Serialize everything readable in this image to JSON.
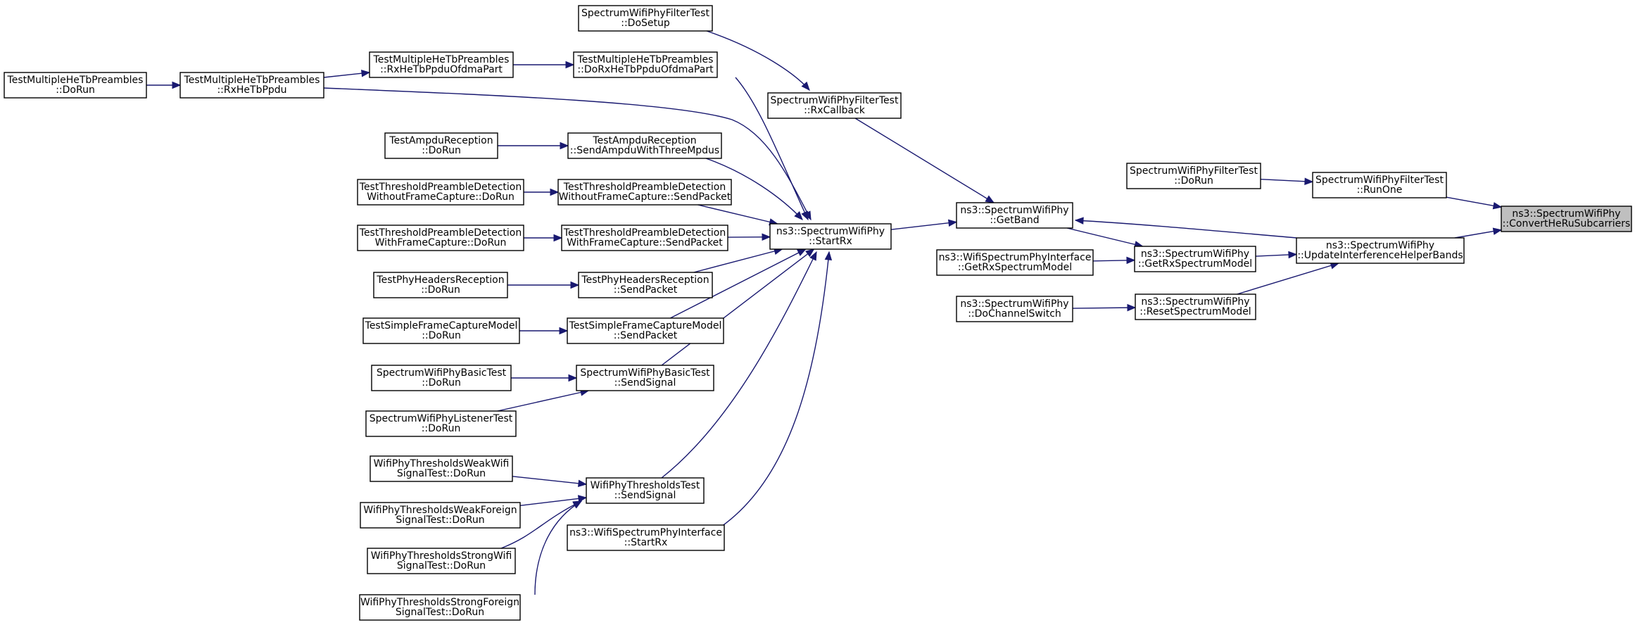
{
  "graph": {
    "title": "",
    "colors": {
      "edge": "#191970",
      "focus_fill": "#bfbfbf",
      "node_fill": "#ffffff",
      "node_stroke": "#000000"
    },
    "nodes": [
      {
        "id": "n_convert",
        "lines": [
          "ns3::SpectrumWifiPhy",
          "::ConvertHeRuSubcarriers"
        ],
        "focus": true
      },
      {
        "id": "n_runone",
        "lines": [
          "SpectrumWifiPhyFilterTest",
          "::RunOne"
        ]
      },
      {
        "id": "n_update",
        "lines": [
          "ns3::SpectrumWifiPhy",
          "::UpdateInterferenceHelperBands"
        ]
      },
      {
        "id": "n_filter_dorun",
        "lines": [
          "SpectrumWifiPhyFilterTest",
          "::DoRun"
        ]
      },
      {
        "id": "n_getband",
        "lines": [
          "ns3::SpectrumWifiPhy",
          "::GetBand"
        ]
      },
      {
        "id": "n_getrxmodel",
        "lines": [
          "ns3::SpectrumWifiPhy",
          "::GetRxSpectrumModel"
        ]
      },
      {
        "id": "n_reset",
        "lines": [
          "ns3::SpectrumWifiPhy",
          "::ResetSpectrumModel"
        ]
      },
      {
        "id": "n_if_getrx",
        "lines": [
          "ns3::WifiSpectrumPhyInterface",
          "::GetRxSpectrumModel"
        ]
      },
      {
        "id": "n_chswitch",
        "lines": [
          "ns3::SpectrumWifiPhy",
          "::DoChannelSwitch"
        ]
      },
      {
        "id": "n_startrx",
        "lines": [
          "ns3::SpectrumWifiPhy",
          "::StartRx"
        ]
      },
      {
        "id": "n_rxcallback",
        "lines": [
          "SpectrumWifiPhyFilterTest",
          "::RxCallback"
        ]
      },
      {
        "id": "n_dosetup",
        "lines": [
          "SpectrumWifiPhyFilterTest",
          "::DoSetup"
        ]
      },
      {
        "id": "n_dorxhetb",
        "lines": [
          "TestMultipleHeTbPreambles",
          "::DoRxHeTbPpduOfdmaPart"
        ]
      },
      {
        "id": "n_rxhetbofdma",
        "lines": [
          "TestMultipleHeTbPreambles",
          "::RxHeTbPpduOfdmaPart"
        ]
      },
      {
        "id": "n_rxhetb",
        "lines": [
          "TestMultipleHeTbPreambles",
          "::RxHeTbPpdu"
        ]
      },
      {
        "id": "n_mhetb_dorun",
        "lines": [
          "TestMultipleHeTbPreambles",
          "::DoRun"
        ]
      },
      {
        "id": "n_ampdu_send",
        "lines": [
          "TestAmpduReception",
          "::SendAmpduWithThreeMpdus"
        ]
      },
      {
        "id": "n_ampdu_dorun",
        "lines": [
          "TestAmpduReception",
          "::DoRun"
        ]
      },
      {
        "id": "n_tpd_wo_send",
        "lines": [
          "TestThresholdPreambleDetection",
          "WithoutFrameCapture::SendPacket"
        ]
      },
      {
        "id": "n_tpd_wo_dorun",
        "lines": [
          "TestThresholdPreambleDetection",
          "WithoutFrameCapture::DoRun"
        ]
      },
      {
        "id": "n_tpd_w_send",
        "lines": [
          "TestThresholdPreambleDetection",
          "WithFrameCapture::SendPacket"
        ]
      },
      {
        "id": "n_tpd_w_dorun",
        "lines": [
          "TestThresholdPreambleDetection",
          "WithFrameCapture::DoRun"
        ]
      },
      {
        "id": "n_phh_send",
        "lines": [
          "TestPhyHeadersReception",
          "::SendPacket"
        ]
      },
      {
        "id": "n_phh_dorun",
        "lines": [
          "TestPhyHeadersReception",
          "::DoRun"
        ]
      },
      {
        "id": "n_sfc_send",
        "lines": [
          "TestSimpleFrameCaptureModel",
          "::SendPacket"
        ]
      },
      {
        "id": "n_sfc_dorun",
        "lines": [
          "TestSimpleFrameCaptureModel",
          "::DoRun"
        ]
      },
      {
        "id": "n_basic_send",
        "lines": [
          "SpectrumWifiPhyBasicTest",
          "::SendSignal"
        ]
      },
      {
        "id": "n_basic_dorun",
        "lines": [
          "SpectrumWifiPhyBasicTest",
          "::DoRun"
        ]
      },
      {
        "id": "n_listener_dorun",
        "lines": [
          "SpectrumWifiPhyListenerTest",
          "::DoRun"
        ]
      },
      {
        "id": "n_wpt_send",
        "lines": [
          "WifiPhyThresholdsTest",
          "::SendSignal"
        ]
      },
      {
        "id": "n_wpt_weakwifi",
        "lines": [
          "WifiPhyThresholdsWeakWifi",
          "SignalTest::DoRun"
        ]
      },
      {
        "id": "n_wpt_weakforeign",
        "lines": [
          "WifiPhyThresholdsWeakForeign",
          "SignalTest::DoRun"
        ]
      },
      {
        "id": "n_wpt_strongwifi",
        "lines": [
          "WifiPhyThresholdsStrongWifi",
          "SignalTest::DoRun"
        ]
      },
      {
        "id": "n_wpt_strongforeign",
        "lines": [
          "WifiPhyThresholdsStrongForeign",
          "SignalTest::DoRun"
        ]
      },
      {
        "id": "n_if_startrx",
        "lines": [
          "ns3::WifiSpectrumPhyInterface",
          "::StartRx"
        ]
      }
    ],
    "edges": [
      {
        "from": "n_runone",
        "to": "n_convert"
      },
      {
        "from": "n_update",
        "to": "n_convert"
      },
      {
        "from": "n_filter_dorun",
        "to": "n_runone"
      },
      {
        "from": "n_update",
        "to": "n_getband"
      },
      {
        "from": "n_getrxmodel",
        "to": "n_update"
      },
      {
        "from": "n_reset",
        "to": "n_update"
      },
      {
        "from": "n_getband",
        "to": "n_getrxmodel"
      },
      {
        "from": "n_if_getrx",
        "to": "n_getrxmodel"
      },
      {
        "from": "n_chswitch",
        "to": "n_reset"
      },
      {
        "from": "n_startrx",
        "to": "n_getband"
      },
      {
        "from": "n_rxcallback",
        "to": "n_getband"
      },
      {
        "from": "n_dosetup",
        "to": "n_rxcallback"
      },
      {
        "from": "n_dorxhetb",
        "to": "n_startrx"
      },
      {
        "from": "n_rxhetb",
        "to": "n_startrx"
      },
      {
        "from": "n_ampdu_send",
        "to": "n_startrx"
      },
      {
        "from": "n_tpd_wo_send",
        "to": "n_startrx"
      },
      {
        "from": "n_tpd_w_send",
        "to": "n_startrx"
      },
      {
        "from": "n_phh_send",
        "to": "n_startrx"
      },
      {
        "from": "n_sfc_send",
        "to": "n_startrx"
      },
      {
        "from": "n_basic_send",
        "to": "n_startrx"
      },
      {
        "from": "n_wpt_send",
        "to": "n_startrx"
      },
      {
        "from": "n_if_startrx",
        "to": "n_startrx"
      },
      {
        "from": "n_rxhetbofdma",
        "to": "n_dorxhetb"
      },
      {
        "from": "n_rxhetb",
        "to": "n_rxhetbofdma"
      },
      {
        "from": "n_mhetb_dorun",
        "to": "n_rxhetb"
      },
      {
        "from": "n_ampdu_dorun",
        "to": "n_ampdu_send"
      },
      {
        "from": "n_tpd_wo_dorun",
        "to": "n_tpd_wo_send"
      },
      {
        "from": "n_tpd_w_dorun",
        "to": "n_tpd_w_send"
      },
      {
        "from": "n_phh_dorun",
        "to": "n_phh_send"
      },
      {
        "from": "n_sfc_dorun",
        "to": "n_sfc_send"
      },
      {
        "from": "n_basic_dorun",
        "to": "n_basic_send"
      },
      {
        "from": "n_listener_dorun",
        "to": "n_basic_send"
      },
      {
        "from": "n_wpt_weakwifi",
        "to": "n_wpt_send"
      },
      {
        "from": "n_wpt_weakforeign",
        "to": "n_wpt_send"
      },
      {
        "from": "n_wpt_strongwifi",
        "to": "n_wpt_send"
      },
      {
        "from": "n_wpt_strongforeign",
        "to": "n_wpt_send"
      }
    ]
  }
}
